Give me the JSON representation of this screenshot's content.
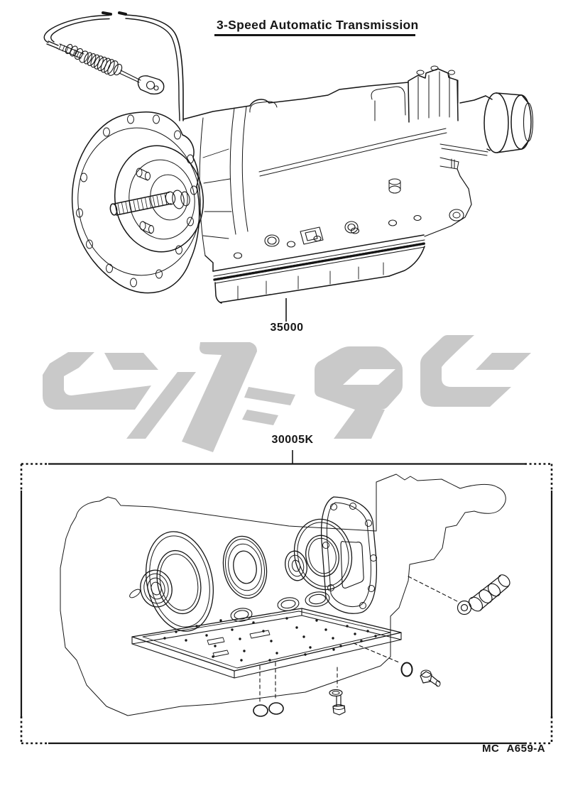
{
  "title": "3-Speed Automatic Transmission",
  "labels": {
    "transmission_assembly": "35000",
    "gasket_kit": "30005K"
  },
  "footer": {
    "plate_code": "MC A659-A"
  },
  "colors": {
    "ink": "#161616",
    "watermark": "#c9c9c9"
  },
  "icons": {
    "watermark_logo": "arabic-parts-logo-watermark"
  }
}
